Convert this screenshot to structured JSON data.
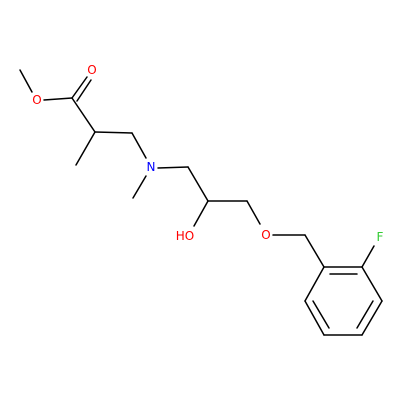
{
  "molecule": {
    "atoms": {
      "o_carbonyl": {
        "label": "O",
        "color": "#ff0000"
      },
      "o_ester": {
        "label": "O",
        "color": "#ff0000"
      },
      "n_amine": {
        "label": "N",
        "color": "#0000ff"
      },
      "oh_hydroxyl": {
        "label": "HO",
        "color": "#ff0000"
      },
      "o_ether": {
        "label": "O",
        "color": "#ff0000"
      },
      "f_fluoro": {
        "label": "F",
        "color": "#33cc33"
      }
    },
    "bond_color": "#000000"
  }
}
